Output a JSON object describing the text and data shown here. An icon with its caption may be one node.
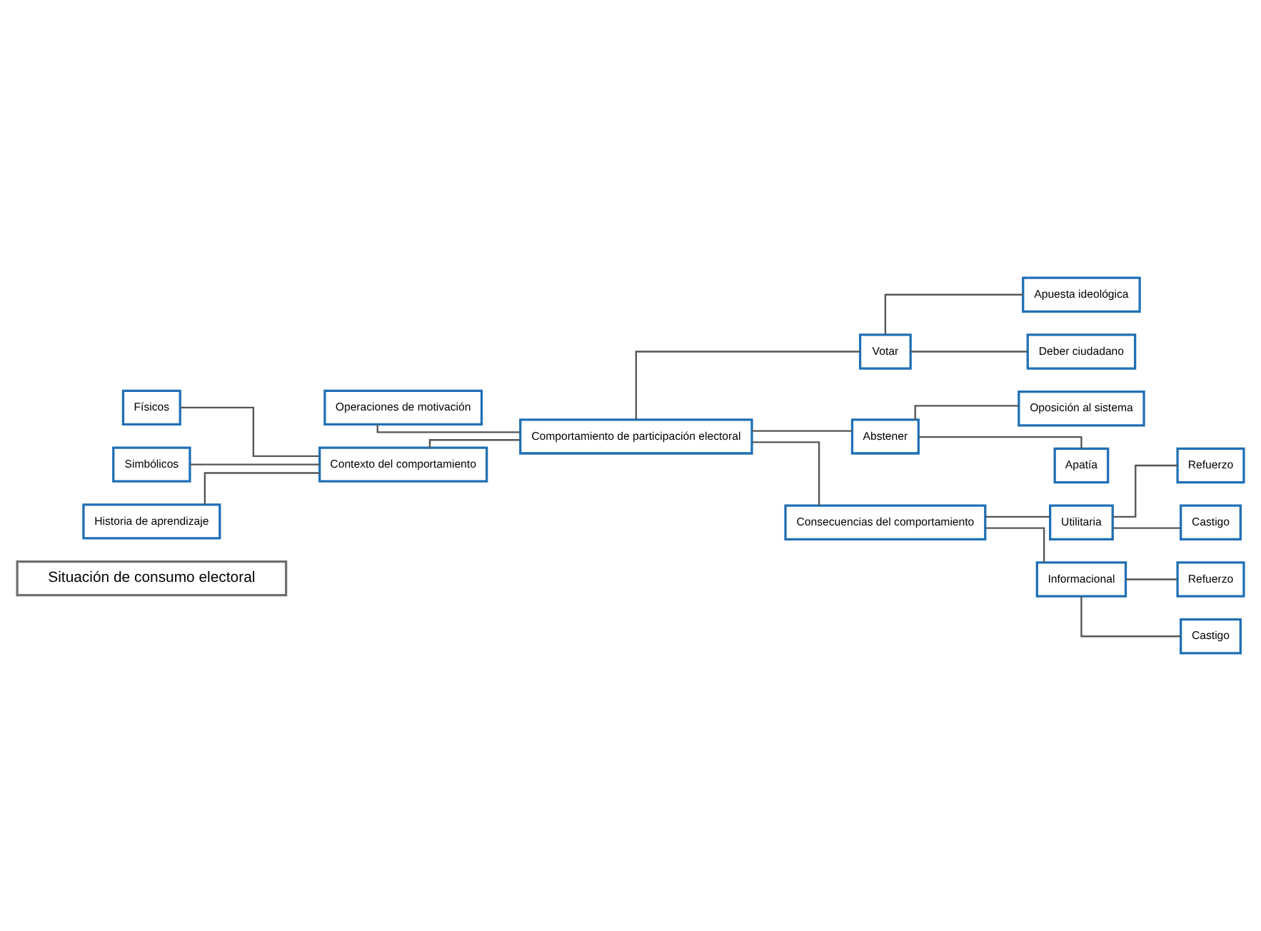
{
  "diagram": {
    "nodes": [
      {
        "text": [
          "Situación de consumo electoral"
        ]
      },
      {
        "text": [
          "Operaciones de motivación"
        ]
      },
      {
        "text": [
          "Contexto del comportamiento"
        ]
      },
      {
        "text": [
          "Físicos"
        ]
      },
      {
        "text": [
          "Simbólicos"
        ]
      },
      {
        "text": [
          "Historia de aprendizaje"
        ]
      },
      {
        "text": [
          "Comportamiento de participación electoral"
        ]
      },
      {
        "text": [
          "Votar"
        ]
      },
      {
        "text": [
          "Apuesta ideológica"
        ]
      },
      {
        "text": [
          "Deber ciudadano"
        ]
      },
      {
        "text": [
          "Abstener"
        ]
      },
      {
        "text": [
          "Oposición al sistema"
        ]
      },
      {
        "text": [
          "Apatía"
        ]
      },
      {
        "text": [
          "Consecuencias del comportamiento"
        ]
      },
      {
        "text": [
          "Utilitaria"
        ]
      },
      {
        "text": [
          "Refuerzo"
        ]
      },
      {
        "text": [
          "Castigo"
        ]
      },
      {
        "text": [
          "Informacional"
        ]
      },
      {
        "text": [
          "Refuerzo"
        ]
      },
      {
        "text": [
          "Castigo"
        ]
      }
    ],
    "edges": [
      {
        "from": 1,
        "to": 6,
        "arrow": "none"
      },
      {
        "from": 2,
        "to": 6,
        "arrow": "none"
      },
      {
        "from": 3,
        "to": 2,
        "arrow": "none"
      },
      {
        "from": 4,
        "to": 2,
        "arrow": "none"
      },
      {
        "from": 5,
        "to": 2,
        "arrow": "none"
      },
      {
        "from": 6,
        "to": 7,
        "arrow": "none"
      },
      {
        "from": 6,
        "to": 10,
        "arrow": "none"
      },
      {
        "from": 7,
        "to": 8,
        "arrow": "none"
      },
      {
        "from": 7,
        "to": 9,
        "arrow": "none"
      },
      {
        "from": 10,
        "to": 11,
        "arrow": "none"
      },
      {
        "from": 10,
        "to": 12,
        "arrow": "none"
      },
      {
        "from": 6,
        "to": 13,
        "arrow": "none"
      },
      {
        "from": 13,
        "to": 14,
        "arrow": "none"
      },
      {
        "from": 13,
        "to": 17,
        "arrow": "none"
      },
      {
        "from": 14,
        "to": 15,
        "arrow": "none"
      },
      {
        "from": 14,
        "to": 16,
        "arrow": "none"
      },
      {
        "from": 17,
        "to": 18,
        "arrow": "none"
      },
      {
        "from": 17,
        "to": 19,
        "arrow": "none"
      }
    ]
  }
}
